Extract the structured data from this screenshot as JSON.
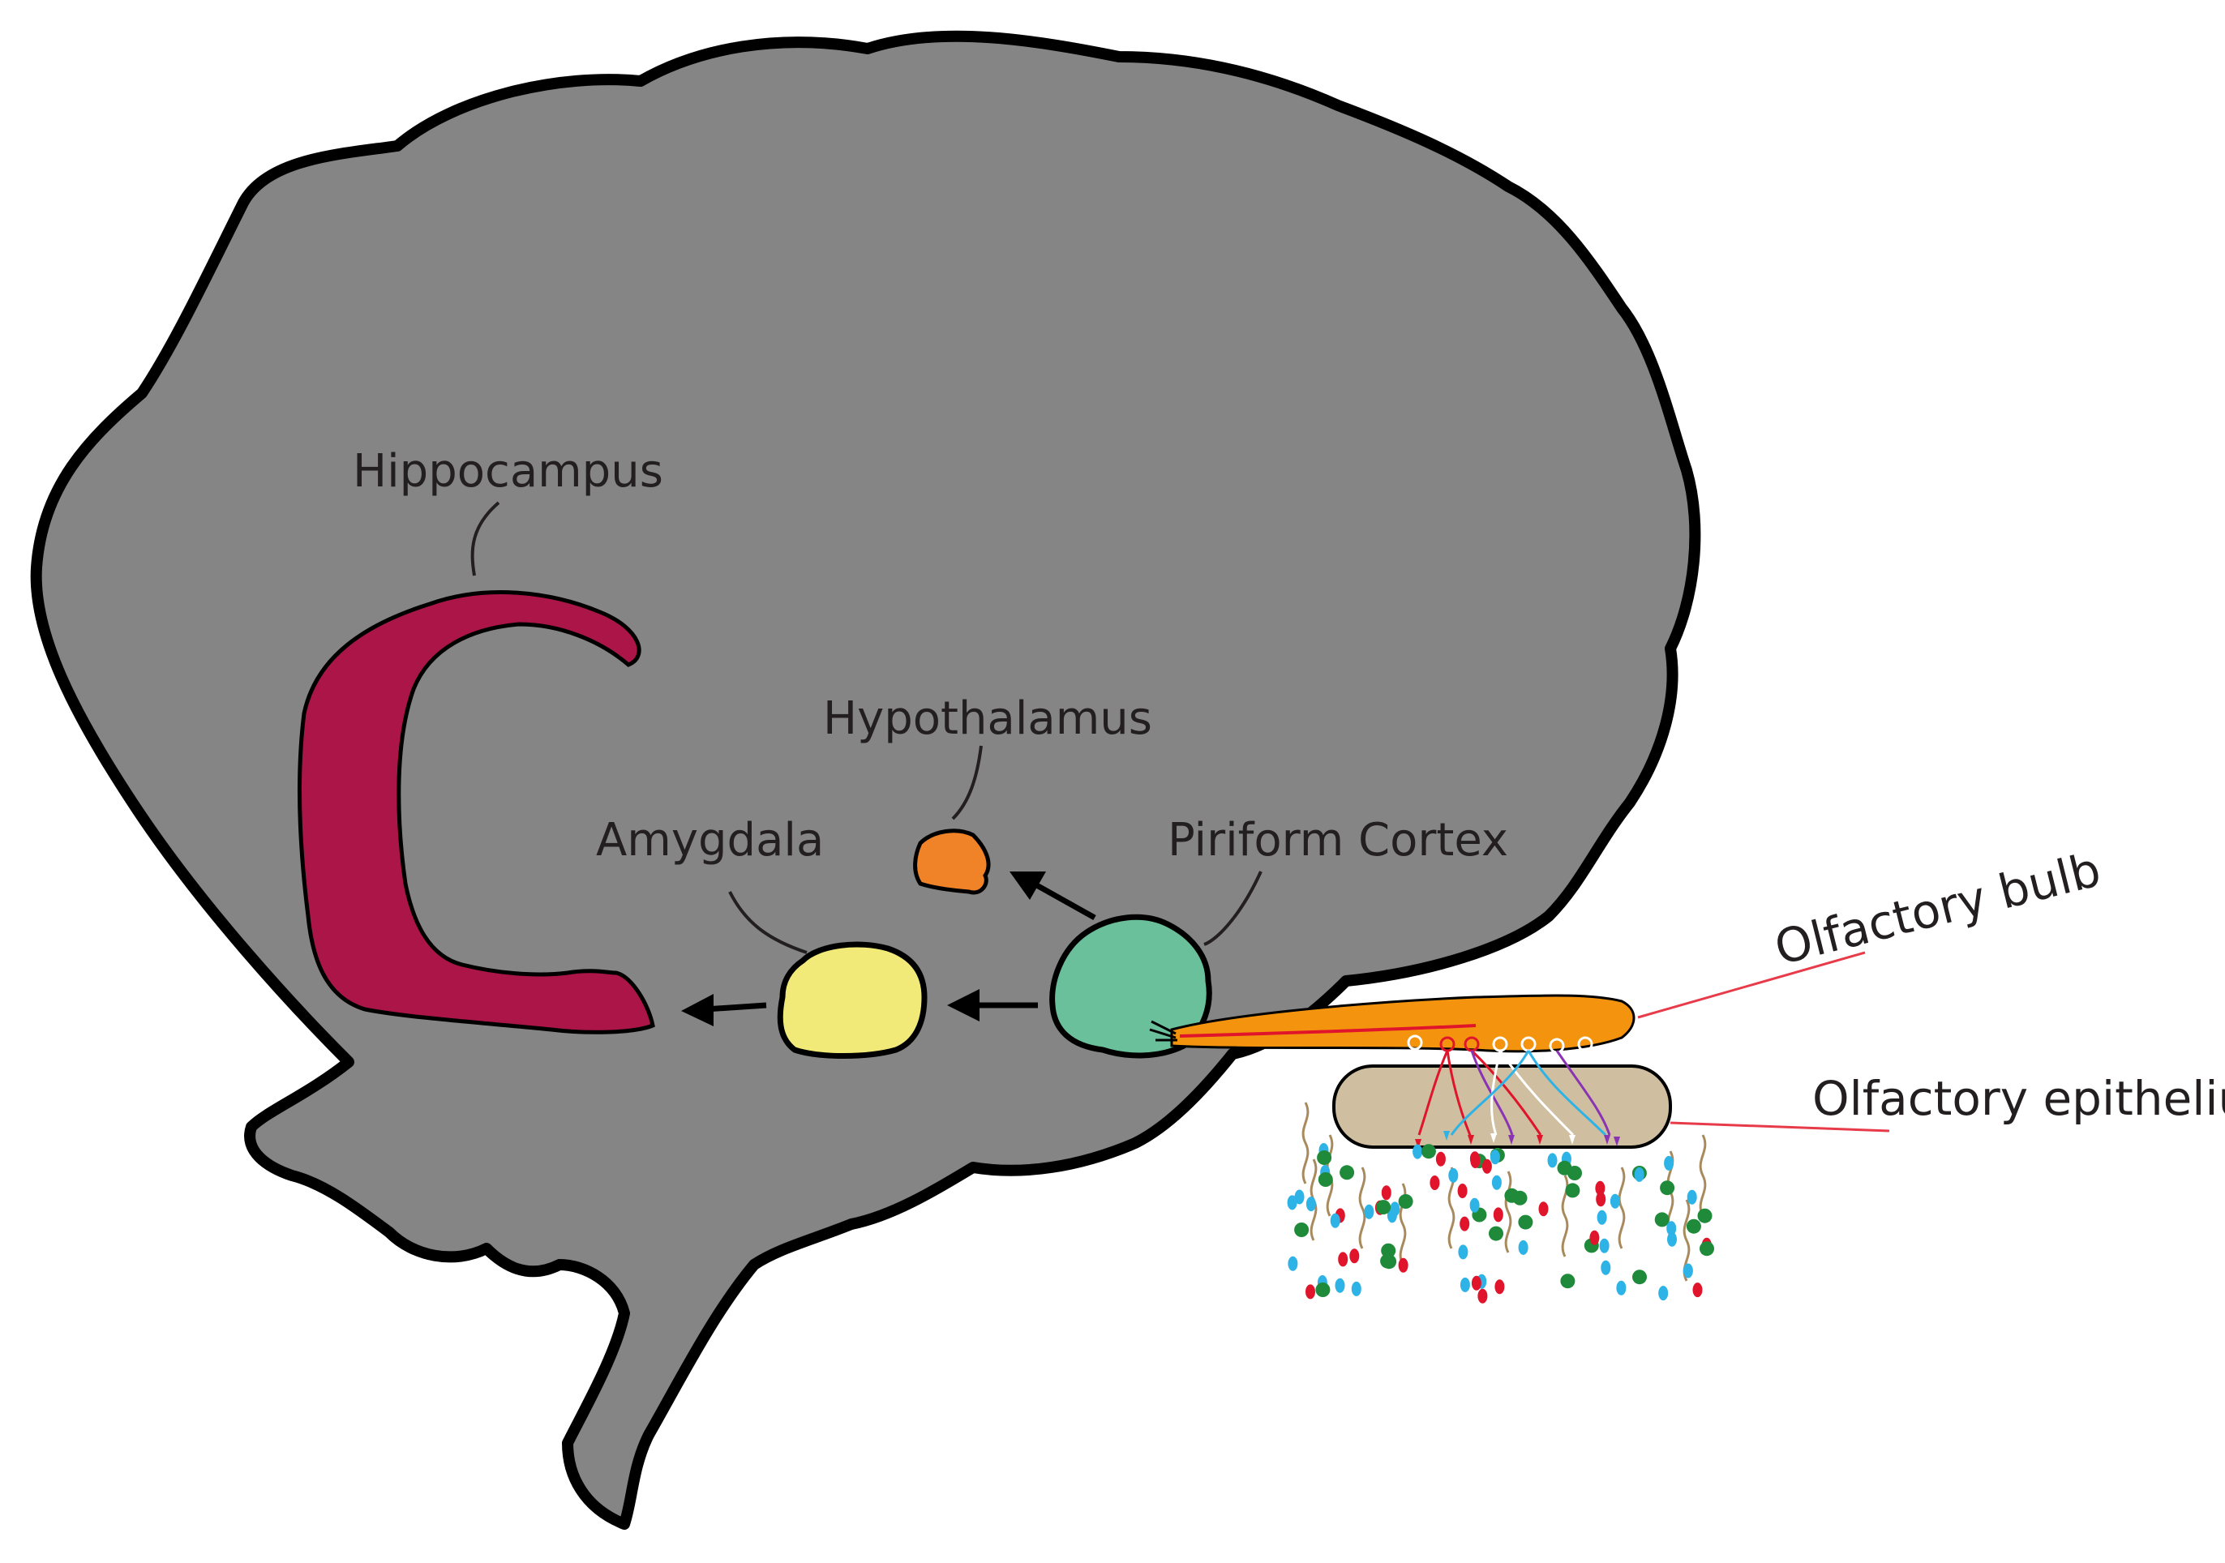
{
  "labels": {
    "hippocampus": "Hippocampus",
    "hypothalamus": "Hypothalamus",
    "amygdala": "Amygdala",
    "piriform_cortex": "Piriform Cortex",
    "olfactory_bulb": "Olfactory bulb",
    "olfactory_epithelium": "Olfactory epithelium"
  },
  "colors": {
    "brain_fill": "#858585",
    "outline": "#000000",
    "hippocampus": "#ab1548",
    "hypothalamus": "#f08228",
    "amygdala": "#f2ea78",
    "piriform_cortex": "#6ac09a",
    "olfactory_bulb": "#f4940e",
    "olfactory_epithelium": "#cfbe9f",
    "pointer_line": "#e83b4a",
    "odorant_green": "#1e8a3a",
    "odorant_blue": "#2eb3e6",
    "odorant_red": "#e0152b",
    "neuron_purple": "#8a33b5"
  }
}
